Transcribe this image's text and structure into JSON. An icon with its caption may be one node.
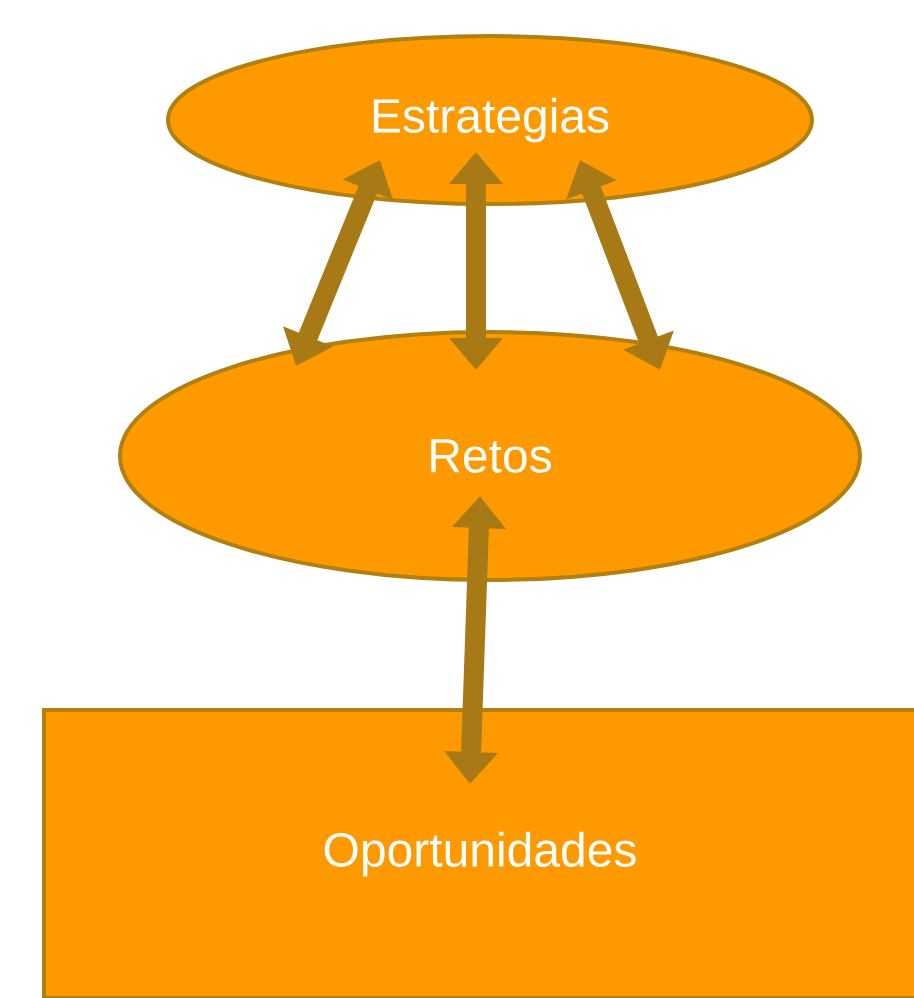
{
  "diagram": {
    "nodes": [
      {
        "text": [
          "Estrategias"
        ]
      },
      {
        "text": [
          "Retos"
        ]
      },
      {
        "text": [
          "Oportunidades"
        ]
      }
    ],
    "edges": [
      {
        "from": 0,
        "to": 1,
        "arrow": "both"
      },
      {
        "from": 0,
        "to": 1,
        "arrow": "both"
      },
      {
        "from": 0,
        "to": 1,
        "arrow": "both"
      },
      {
        "from": 1,
        "to": 2,
        "arrow": "both"
      }
    ]
  }
}
